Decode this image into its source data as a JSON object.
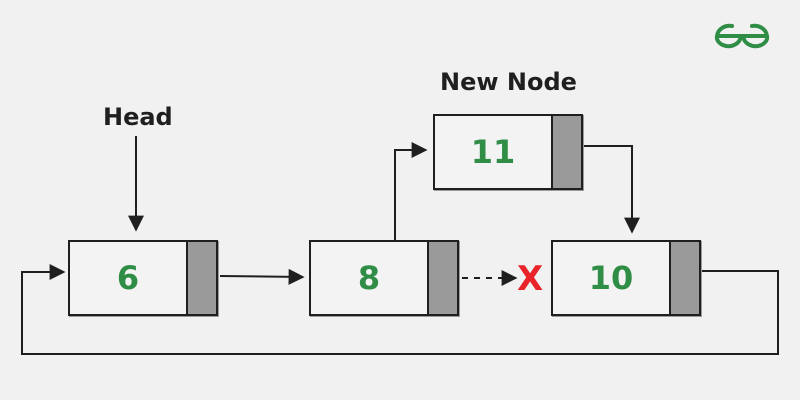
{
  "labels": {
    "head": "Head",
    "new_node": "New Node"
  },
  "nodes": [
    {
      "id": "node-6",
      "value": "6"
    },
    {
      "id": "node-8",
      "value": "8"
    },
    {
      "id": "node-10",
      "value": "10"
    },
    {
      "id": "node-11",
      "value": "11"
    }
  ],
  "removed_link_mark": "X",
  "colors": {
    "background": "#f1f1f1",
    "value_text": "#2f8d46",
    "pointer_cell": "#9a9a9a",
    "border": "#1f1f1f",
    "removed_mark": "#e8242a",
    "logo": "#2f8d46"
  },
  "logo_icon": "geeksforgeeks-logo-icon"
}
